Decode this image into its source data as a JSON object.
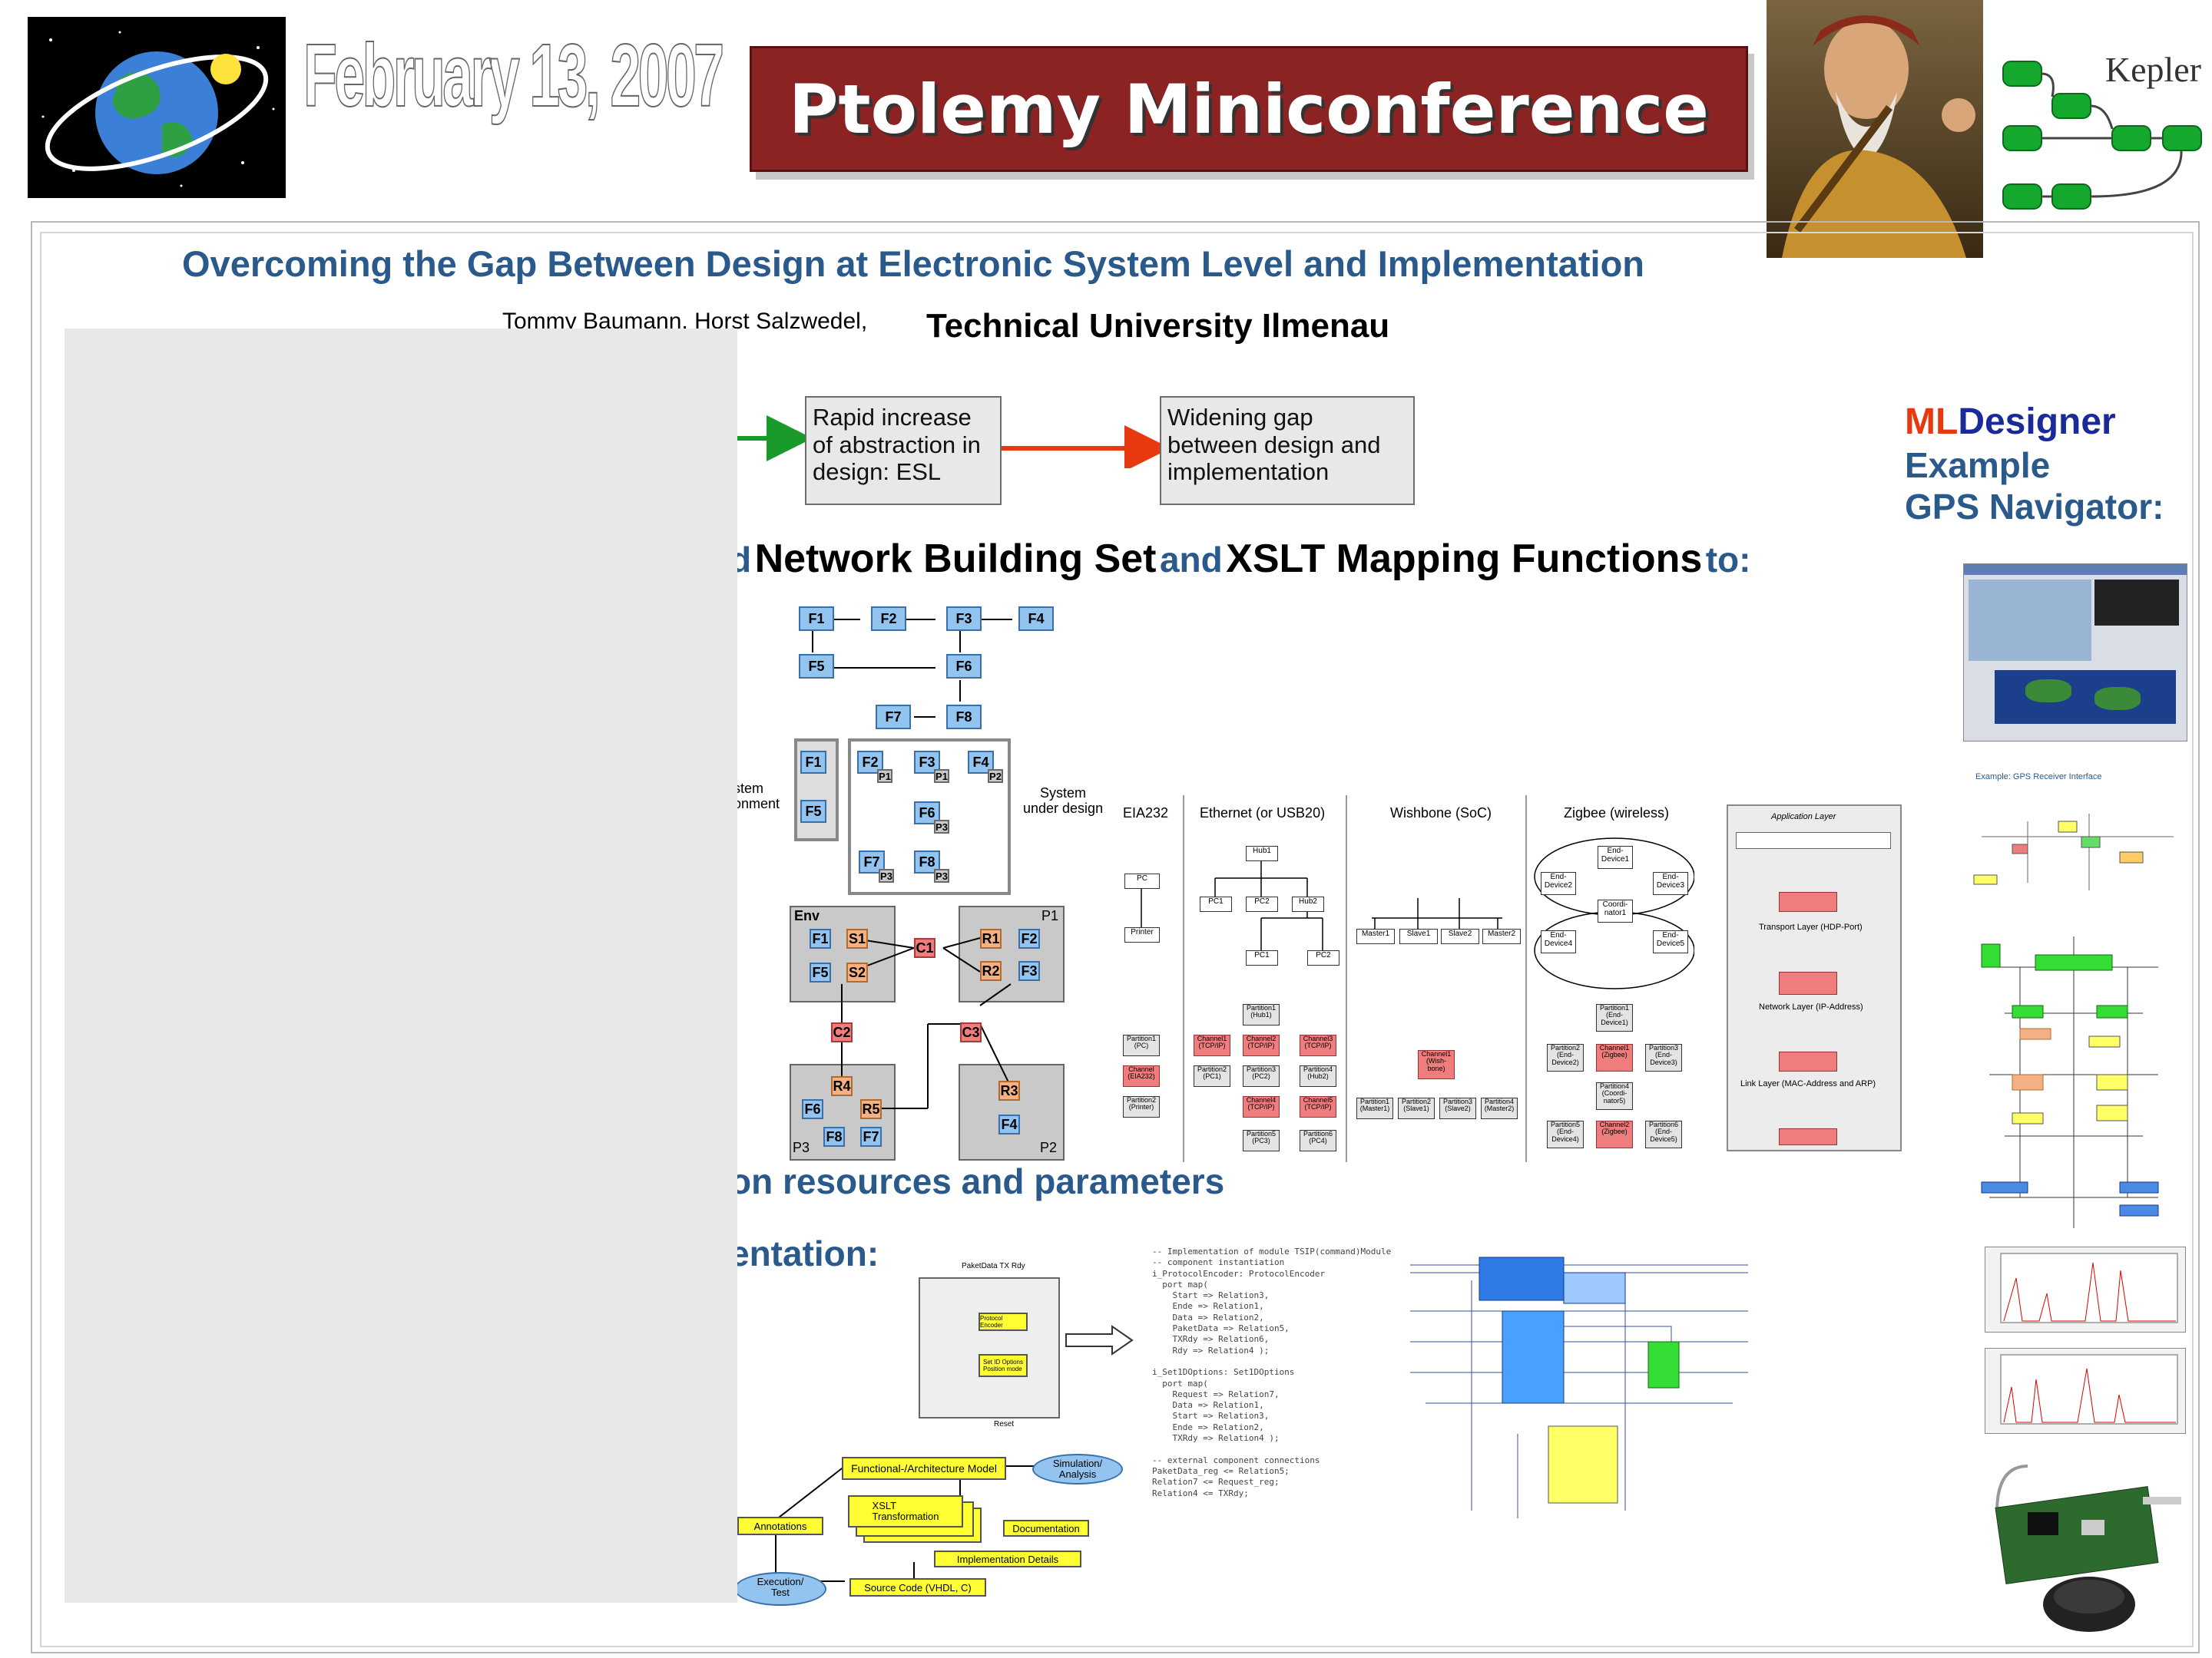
{
  "header": {
    "date": "February 13, 2007",
    "banner_title": "Ptolemy Miniconference",
    "kepler_label": "Kepler"
  },
  "paper": {
    "title": "Overcoming the Gap Between Design at Electronic System Level and Implementation",
    "authors": "Tommy Baumann, Horst Salzwedel,",
    "institution": "Technical University Ilmenau"
  },
  "flow": {
    "box1": "Rapid increase\nof abstraction in\ndesign: ESL",
    "box2": "Widening gap\nbetween design and\nimplementation"
  },
  "headline": {
    "part1": "d",
    "part2": "Network Building Set",
    "part3": "and",
    "part4": "XSLT Mapping Functions",
    "part5": "to:"
  },
  "section2": "on resources and parameters",
  "section3": "entation:",
  "sidebar": {
    "ml": "ML",
    "designer": "Designer",
    "line2": "Example",
    "line3": "GPS Navigator:",
    "gps_caption": "Example: GPS Receiver Interface"
  },
  "diagram_top": {
    "blocks": [
      "F1",
      "F2",
      "F3",
      "F4",
      "F5",
      "F6",
      "F7",
      "F8"
    ]
  },
  "diagram_mid": {
    "left_label": "stem\nonment",
    "right_label": "System\nunder design",
    "blocks": [
      "F1",
      "F2",
      "F3",
      "F4",
      "F5",
      "F6",
      "F7",
      "F8"
    ],
    "ports": [
      "P1",
      "P1",
      "P2",
      "P3",
      "P3",
      "P3"
    ]
  },
  "diagram_env": {
    "env": "Env",
    "p1": "P1",
    "p2": "P2",
    "p3": "P3",
    "blocks": [
      "F1",
      "S1",
      "F5",
      "S2",
      "C1",
      "R1",
      "F2",
      "R2",
      "F3",
      "C2",
      "C3",
      "R4",
      "F6",
      "R5",
      "F8",
      "F7",
      "R3",
      "F4"
    ]
  },
  "networks": {
    "headers": [
      "EIA232",
      "Ethernet (or USB20)",
      "Wishbone (SoC)",
      "Zigbee (wireless)"
    ],
    "eia": [
      "PC",
      "Printer"
    ],
    "eth": [
      "Hub1",
      "PC1",
      "PC2",
      "Hub2",
      "PC1",
      "PC2"
    ],
    "wish": [
      "Master1",
      "Slave1",
      "Slave2",
      "Master2"
    ],
    "zig": [
      "End-\nDevice1",
      "End-\nDevice2",
      "End-\nDevice3",
      "Coordi-\nnator1",
      "End-\nDevice4",
      "End-\nDevice5"
    ],
    "part_eia": [
      "Partition1\n(PC)",
      "Channel\n(EIA232)",
      "Partition2\n(Printer)"
    ],
    "part_eth": [
      "Partition1\n(Hub1)",
      "Channel1\n(TCP/IP)",
      "Channel2\n(TCP/IP)",
      "Channel3\n(TCP/IP)",
      "Partition2\n(PC1)",
      "Partition3\n(PC2)",
      "Partition4\n(Hub2)",
      "Channel4\n(TCP/IP)",
      "Channel5\n(TCP/IP)",
      "Partition5\n(PC3)",
      "Partition6\n(PC4)"
    ],
    "part_wish": [
      "Channel1\n(Wish-\nbone)",
      "Partition1\n(Master1)",
      "Partition2\n(Slave1)",
      "Partition3\n(Slave2)",
      "Partition4\n(Master2)"
    ],
    "part_zig": [
      "Partition1\n(End-\nDevice1)",
      "Partition2\n(End-\nDevice2)",
      "Channel1\n(Zigbee)",
      "Partition3\n(End-\nDevice3)",
      "Partition4\n(Coordi-\nnator5)",
      "Partition5\n(End-\nDevice4)",
      "Channel2\n(Zigbee)",
      "Partition6\n(End-\nDevice5)"
    ]
  },
  "layers": {
    "items": [
      "Application Layer",
      "Transport Layer (HDP-Port)",
      "Network Layer (IP-Address)",
      "Link Layer (MAC-Address and ARP)"
    ]
  },
  "code": {
    "text": "-- Implementation of module TSIP(command)Module\n-- component instantiation\ni_ProtocolEncoder: ProtocolEncoder\n  port map(\n    Start => Relation3,\n    Ende => Relation1,\n    Data => Relation2,\n    PaketData => Relation5,\n    TXRdy => Relation6,\n    Rdy => Relation4 );\n\ni_Set1DOptions: Set1DOptions\n  port map(\n    Request => Relation7,\n    Data => Relation1,\n    Start => Relation3,\n    Ende => Relation2,\n    TXRdy => Relation4 );\n\n-- external component connections\nPaketData_reg <= Relation5;\nRelation7 <= Request_reg;\nRelation4 <= TXRdy;"
  },
  "flow_small": {
    "top": "PaketData TX Rdy",
    "b1": "Protocol Encoder",
    "b2": "Set ID Options\nPosition mode",
    "bottom": "Reset"
  },
  "bottom_flow": {
    "model": "Functional-/Architecture Model",
    "sim": "Simulation/\nAnalysis",
    "xslt": "XSLT\nTransformation",
    "annot": "Annotations",
    "doc": "Documentation",
    "impl": "Implementation Details",
    "exec": "Execution/\nTest",
    "src": "Source Code (VHDL, C)"
  },
  "colors": {
    "banner": "#8b2323",
    "title_blue": "#2a5a8c",
    "ml_red": "#e8380f",
    "designer_blue": "#1a2b99",
    "overlay": "#e8e8e8"
  }
}
